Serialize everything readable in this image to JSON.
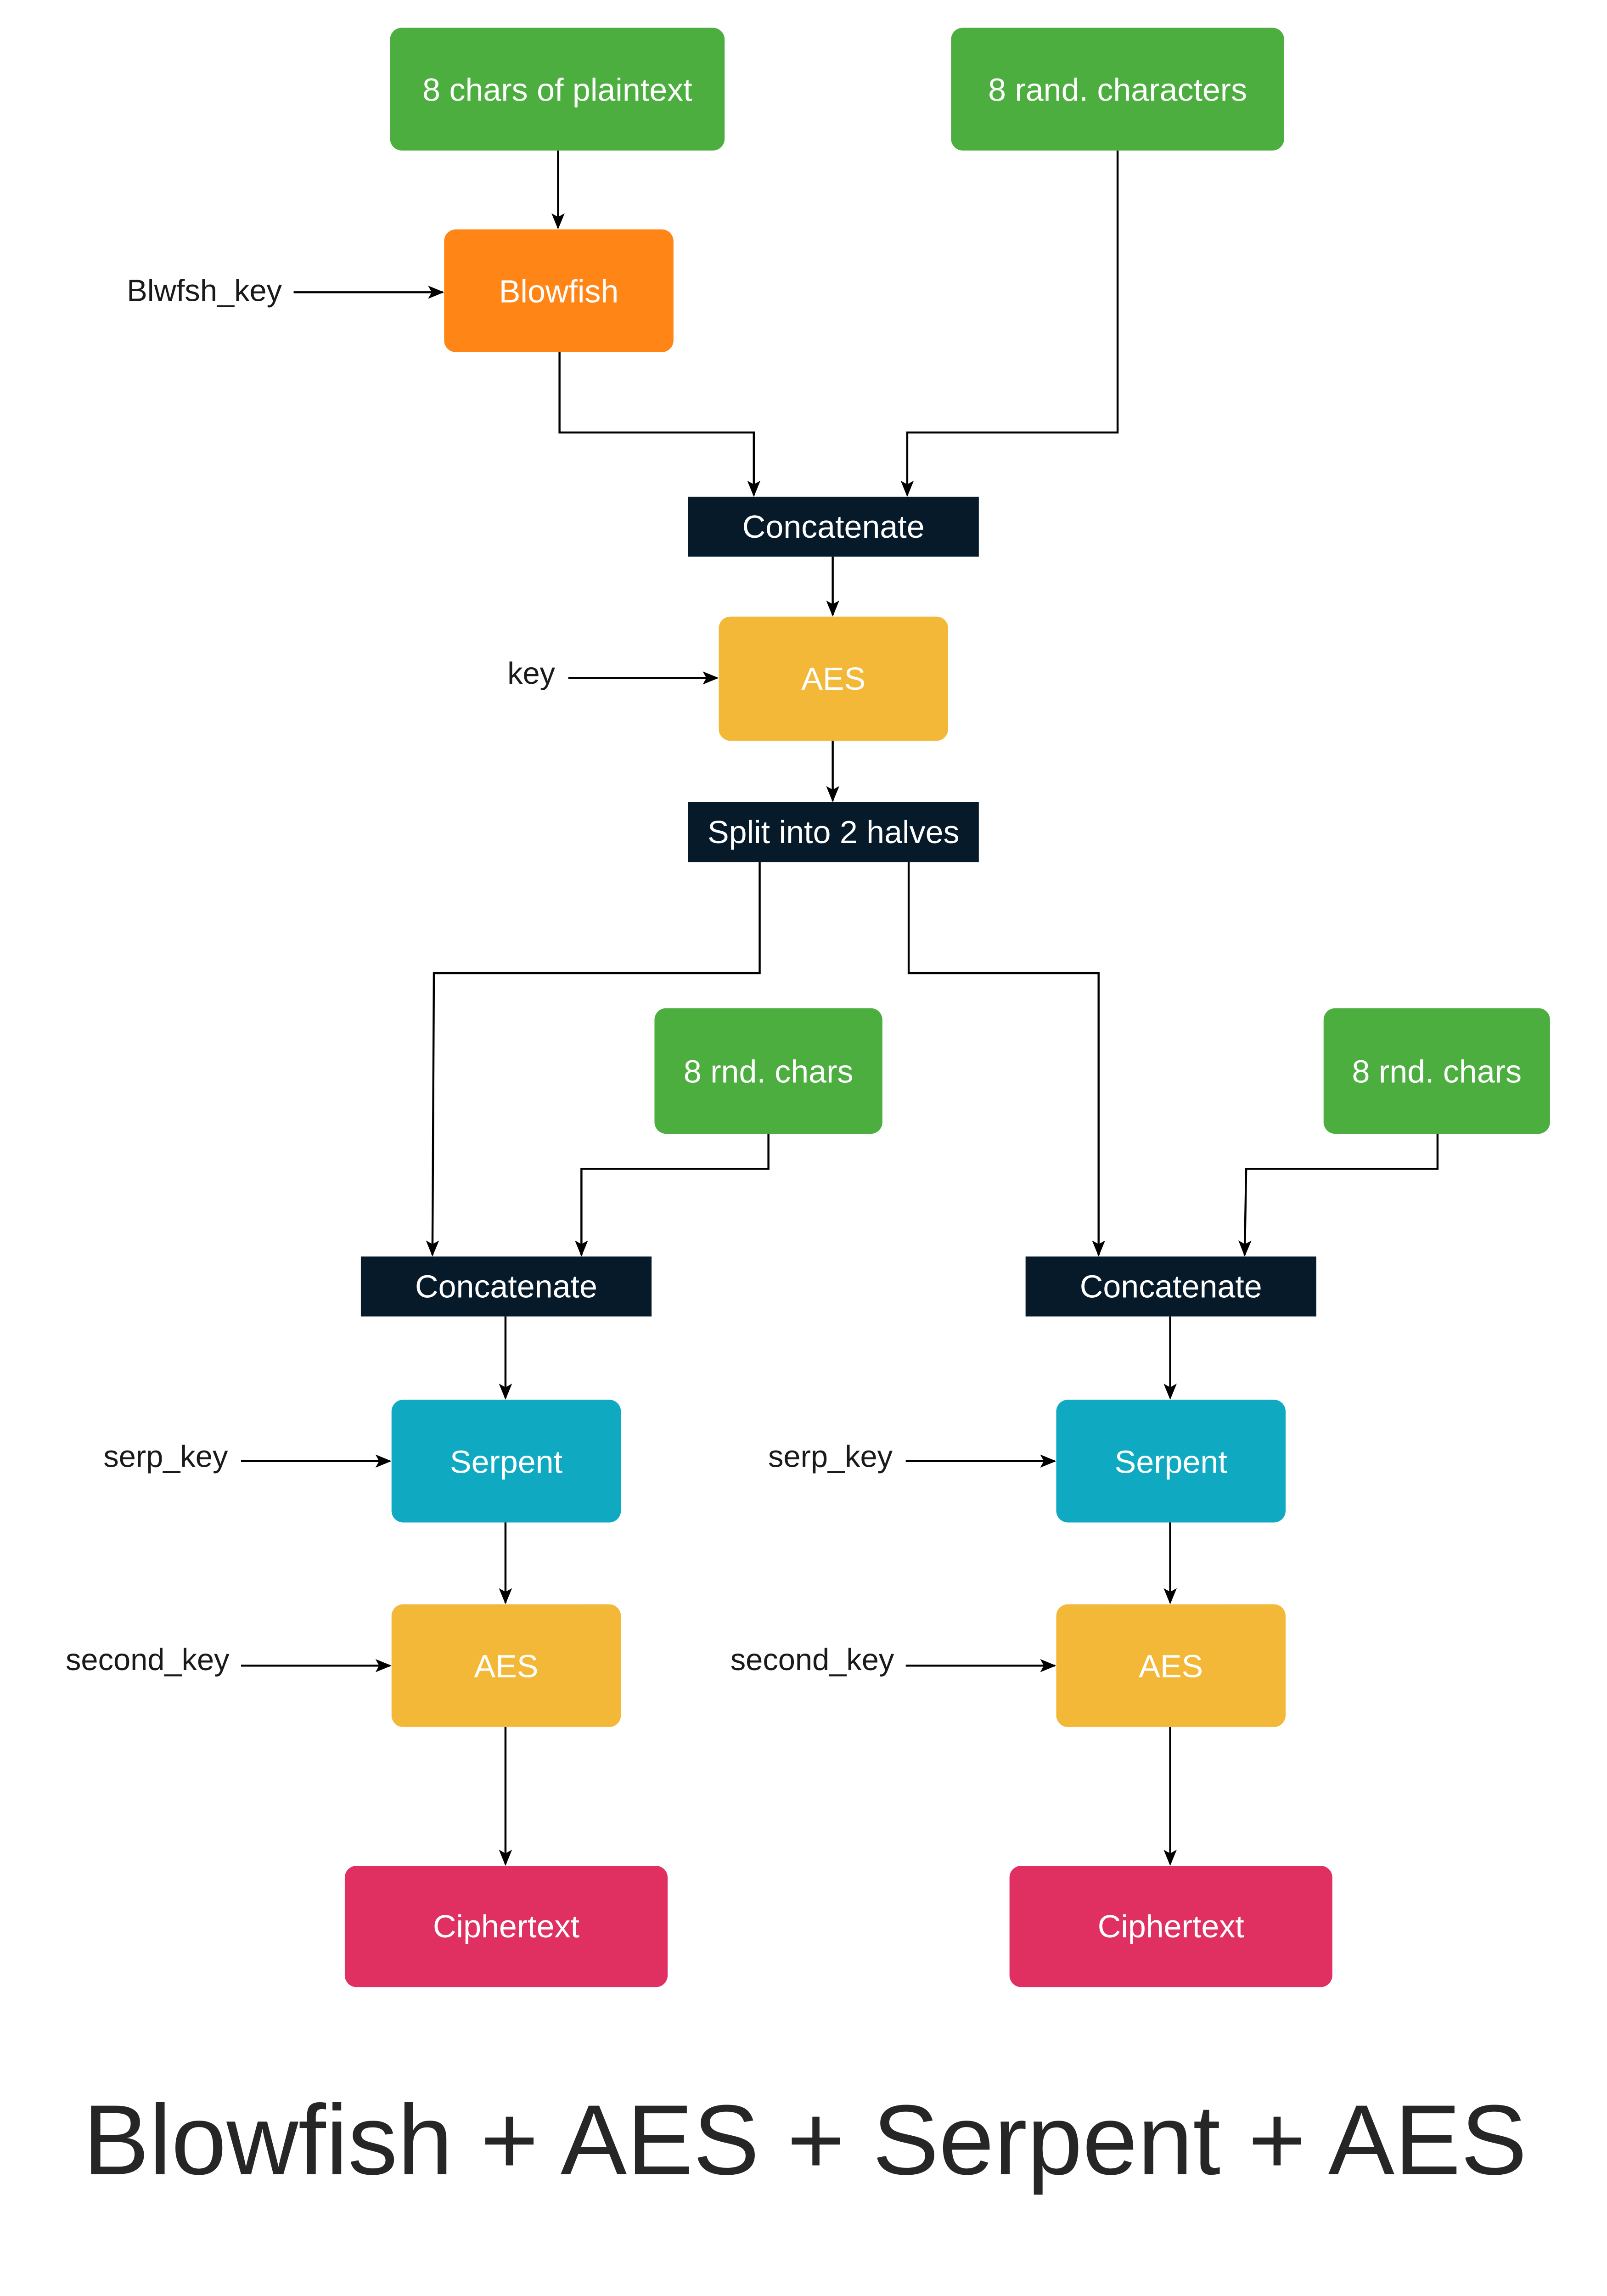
{
  "title": "Blowfish + AES + Serpent + AES",
  "colors": {
    "green": "#4CAE3F",
    "orange": "#FF8517",
    "navy": "#061A2A",
    "yellow": "#F4B838",
    "teal": "#0FAAC2",
    "pink": "#E03062"
  },
  "nodes": {
    "plaintext": "8 chars of plaintext",
    "rand_chars": "8 rand. characters",
    "blowfish": "Blowfish",
    "concat_top": "Concatenate",
    "aes_top": "AES",
    "split": "Split into 2 halves",
    "left": {
      "rnd_chars": "8 rnd. chars",
      "concat": "Concatenate",
      "serpent": "Serpent",
      "aes": "AES",
      "ciphertext": "Ciphertext"
    },
    "right": {
      "rnd_chars": "8 rnd. chars",
      "concat": "Concatenate",
      "serpent": "Serpent",
      "aes": "AES",
      "ciphertext": "Ciphertext"
    }
  },
  "keys": {
    "blowfish_key": "Blwfsh_key",
    "aes_key": "key",
    "left_serp_key": "serp_key",
    "left_second_key": "second_key",
    "right_serp_key": "serp_key",
    "right_second_key": "second_key"
  }
}
